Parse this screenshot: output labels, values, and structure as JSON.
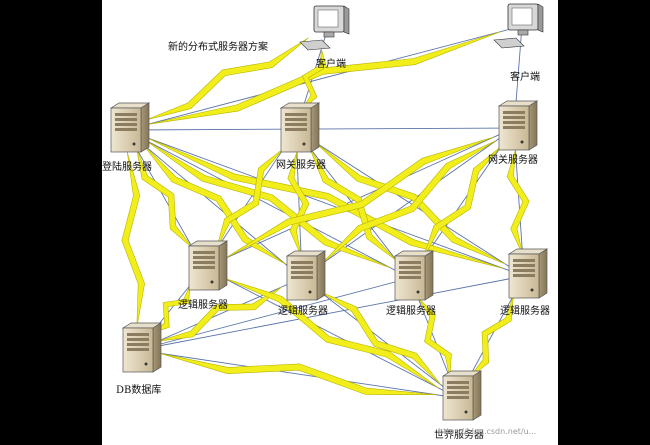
{
  "diagram": {
    "title": "新的分布式服务器方案",
    "watermark": "https://blog.csdn.net/u...",
    "colors": {
      "link": "#5b74a8",
      "bolt": "#f2ee1c",
      "bolt_stroke": "#b8b400",
      "server_body": "#d9ccb0"
    },
    "nodes": [
      {
        "id": "client1",
        "kind": "client",
        "label": "客户端"
      },
      {
        "id": "client2",
        "kind": "client",
        "label": "客户端"
      },
      {
        "id": "login",
        "kind": "server",
        "label": "登陆服务器"
      },
      {
        "id": "gateway1",
        "kind": "server",
        "label": "网关服务器"
      },
      {
        "id": "gateway2",
        "kind": "server",
        "label": "网关服务器"
      },
      {
        "id": "logic1",
        "kind": "server",
        "label": "逻辑服务器"
      },
      {
        "id": "logic2",
        "kind": "server",
        "label": "逻辑服务器"
      },
      {
        "id": "logic3",
        "kind": "server",
        "label": "逻辑服务器"
      },
      {
        "id": "logic4",
        "kind": "server",
        "label": "逻辑服务器"
      },
      {
        "id": "db",
        "kind": "server",
        "label": "DB数据库"
      },
      {
        "id": "world",
        "kind": "server",
        "label": "世界服务器"
      }
    ]
  }
}
